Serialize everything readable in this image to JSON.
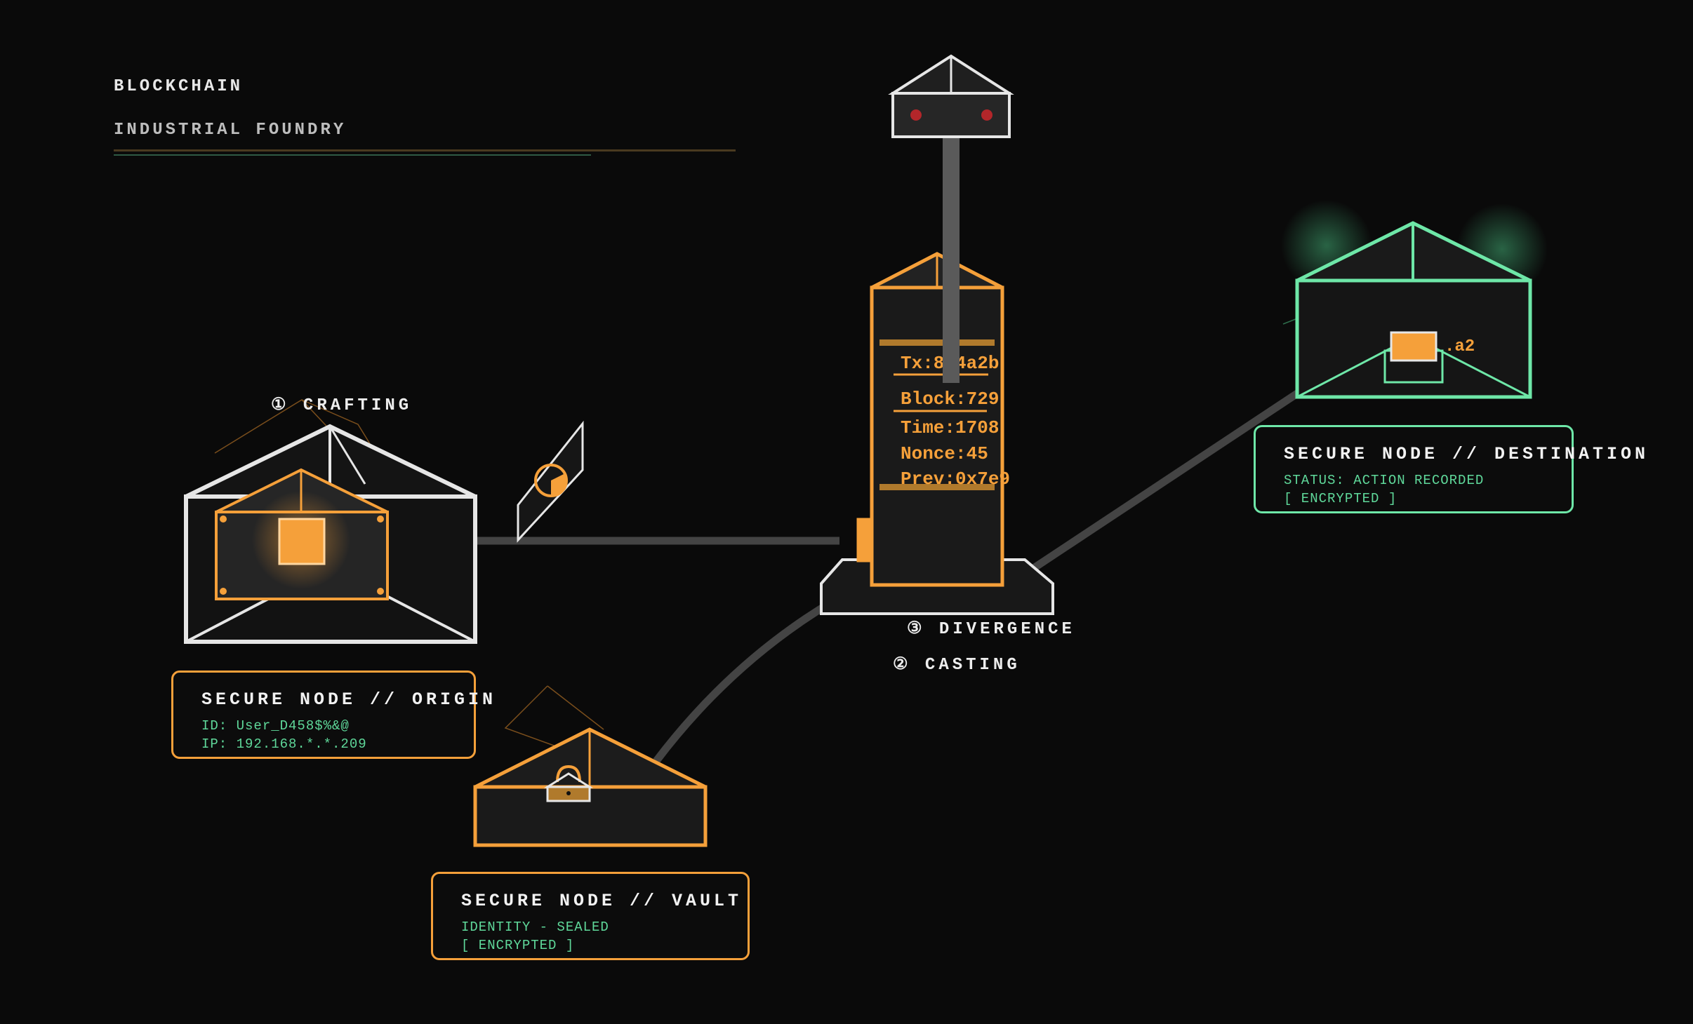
{
  "header": {
    "title": "BLOCKCHAIN",
    "subtitle": "INDUSTRIAL FOUNDRY"
  },
  "stages": {
    "crafting": "① CRAFTING",
    "divergence": "③ DIVERGENCE",
    "casting": "② CASTING"
  },
  "ledger": {
    "tx": "Tx:8f4a2b",
    "block": "Block:729",
    "time": "Time:1708",
    "nonce": "Nonce:45",
    "prev": "Prev:0x7e9"
  },
  "destination_tag": ".a2",
  "nodes": {
    "origin": {
      "title": "SECURE NODE // ORIGIN",
      "line1": "ID: User_D458$%&@",
      "line2": "IP: 192.168.*.*.209"
    },
    "vault": {
      "title": "SECURE NODE // VAULT",
      "line1": "IDENTITY - SEALED",
      "line2": "[ ENCRYPTED ]"
    },
    "destination": {
      "title": "SECURE NODE // DESTINATION",
      "line1": "STATUS: ACTION RECORDED",
      "line2": "[ ENCRYPTED ]"
    }
  },
  "colors": {
    "background": "#0a0a0a",
    "accent_orange": "#f5a03a",
    "accent_green": "#6ee7a8",
    "wireframe_white": "#e6e6e6",
    "pipe_gray": "#444444"
  }
}
